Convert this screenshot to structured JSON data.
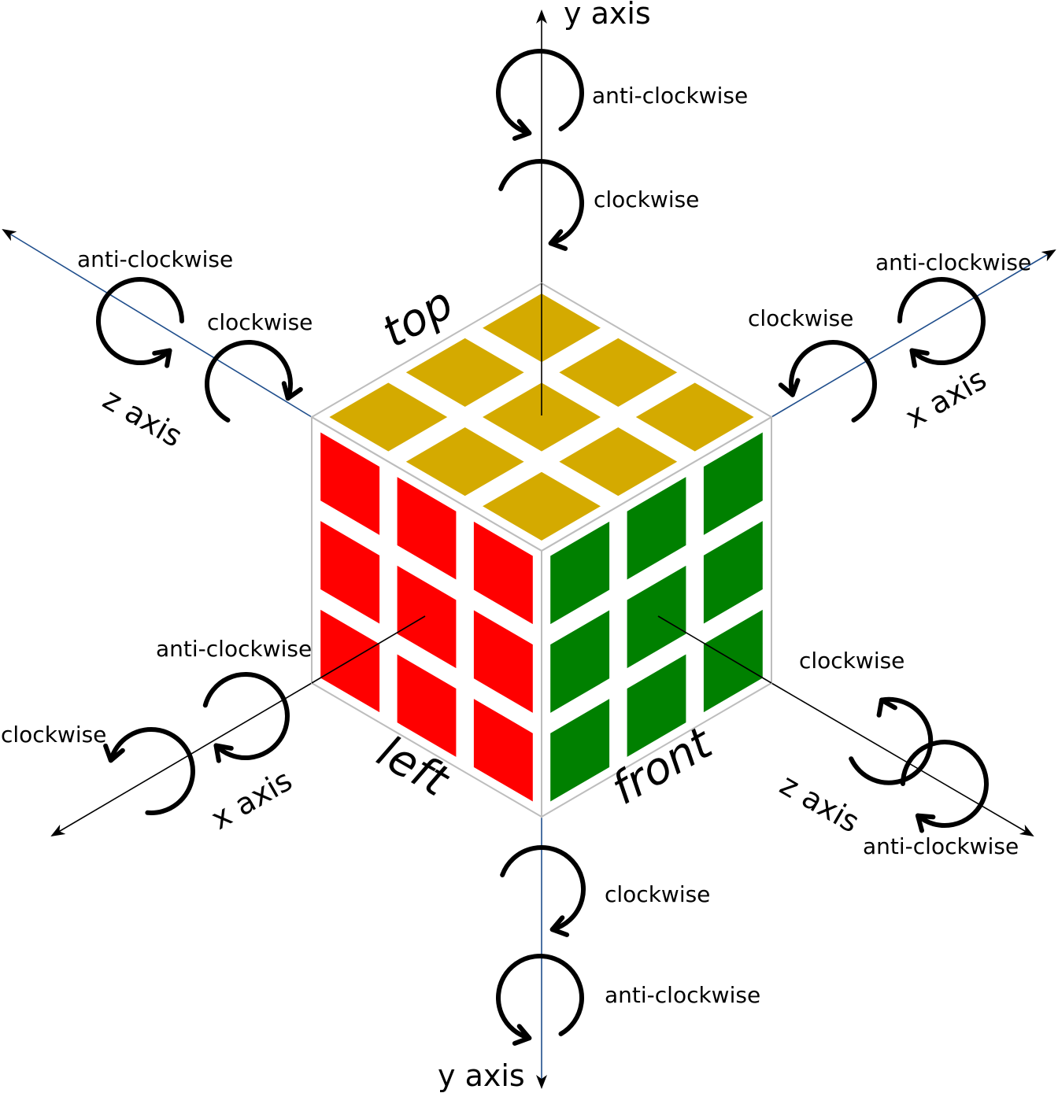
{
  "colors": {
    "top": "#d4aa00",
    "left": "#ff0000",
    "front": "#008000",
    "axis_blue": "#1f4e8c",
    "axis_black": "#000000"
  },
  "faces": {
    "top": "top",
    "left": "left",
    "front": "front"
  },
  "axes": {
    "y_top": "y axis",
    "y_bottom": "y axis",
    "z_upper_left": "z axis",
    "x_upper_right": "x axis",
    "x_lower_left": "x axis",
    "z_lower_right": "z axis"
  },
  "rotations": {
    "y_top_upper": "anti-clockwise",
    "y_top_lower": "clockwise",
    "z_upper_left_outer": "anti-clockwise",
    "z_upper_left_inner": "clockwise",
    "x_upper_right_outer": "anti-clockwise",
    "x_upper_right_inner": "clockwise",
    "x_lower_left_inner": "anti-clockwise",
    "x_lower_left_outer": "clockwise",
    "z_lower_right_inner": "clockwise",
    "z_lower_right_outer": "anti-clockwise",
    "y_bottom_upper": "clockwise",
    "y_bottom_lower": "anti-clockwise"
  }
}
